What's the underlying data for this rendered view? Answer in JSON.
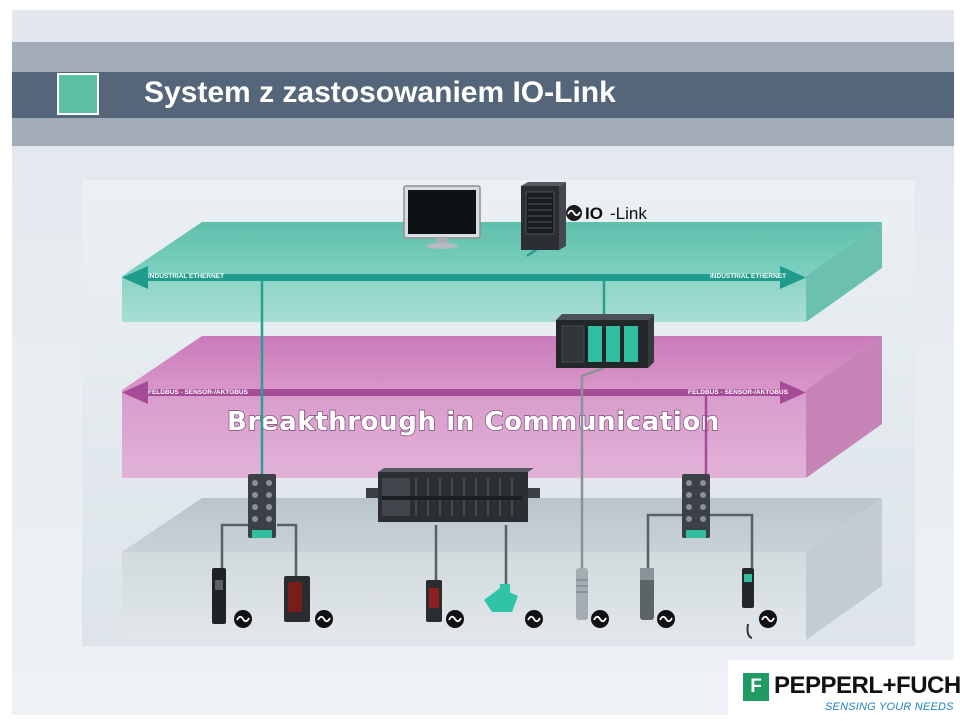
{
  "slide": {
    "title": "System z zastosowaniem IO-Link"
  },
  "diagram": {
    "io_link_label": "IO-Link",
    "io_link_prefix": "IO",
    "io_link_suffix": "-Link",
    "ethernet_label_left": "INDUSTRIAL ETHERNET",
    "ethernet_label_right": "INDUSTRIAL ETHERNET",
    "fieldbus_label_left": "FELDBUS - SENSOR-/AKTOBUS",
    "fieldbus_label_right": "FELDBUS - SENSOR-/AKTOBUS",
    "headline": "Breakthrough in Communication",
    "icons": [
      "monitor-icon",
      "server-icon",
      "plc-icon",
      "io-link-master-icon",
      "sensor-icon",
      "io-link-icon"
    ],
    "colors": {
      "ethernet_layer": "#6fcbb9",
      "fieldbus_layer": "#d692c7",
      "sensor_layer": "#cdd6dc",
      "arrow_teal": "#1e9a8a",
      "arrow_magenta": "#a84a98"
    }
  },
  "logo": {
    "mark": "F",
    "name": "PEPPERL+FUCHS",
    "tagline": "SENSING YOUR NEEDS",
    "accent_color": "#1e9a62"
  }
}
